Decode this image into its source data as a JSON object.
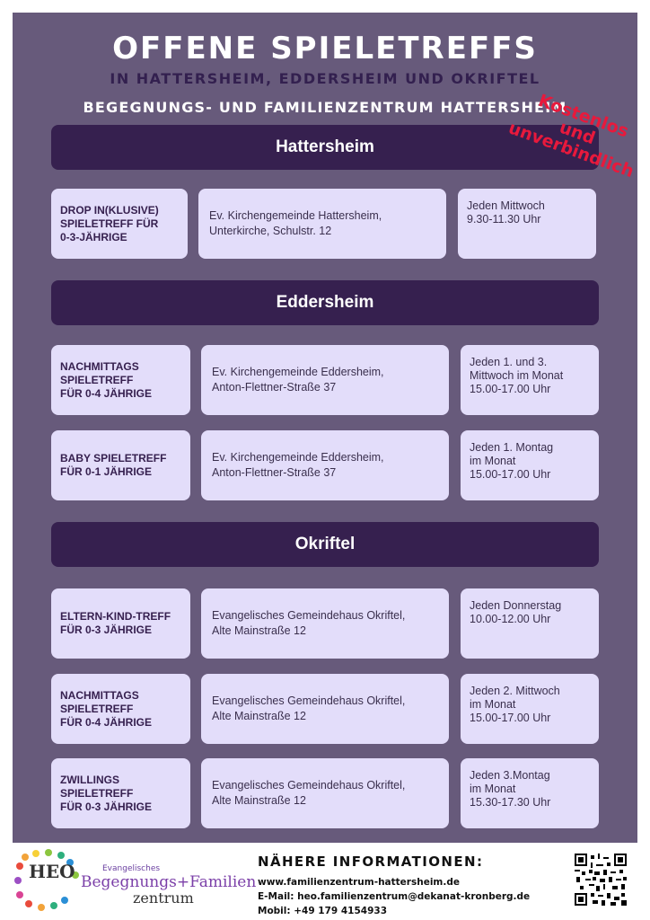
{
  "header": {
    "title": "OFFENE SPIELETREFFS",
    "subtitle": "IN HATTERSHEIM, EDDERSHEIM UND OKRIFTEL",
    "center": "BEGEGNUNGS- UND FAMILIENZENTRUM HATTERSHEIM"
  },
  "stamp": {
    "line1": "Kostenlos",
    "line2": "und",
    "line3": "unverbindlich",
    "color": "#e8193c"
  },
  "colors": {
    "background": "#675a7b",
    "bar": "#36204f",
    "card": "#e3ddfa"
  },
  "sections": [
    {
      "name": "Hattersheim",
      "rows": [
        {
          "title": "DROP IN(KLUSIVE)\nSPIELETREFF FÜR\n0-3-JÄHRIGE",
          "place": "Ev. Kirchengemeinde Hattersheim,\nUnterkirche, Schulstr. 12",
          "time": "Jeden Mittwoch\n9.30-11.30 Uhr"
        }
      ]
    },
    {
      "name": "Eddersheim",
      "rows": [
        {
          "title": "NACHMITTAGS\nSPIELETREFF\nFÜR 0-4 JÄHRIGE",
          "place": "Ev. Kirchengemeinde Eddersheim,\nAnton-Flettner-Straße 37",
          "time": "Jeden 1. und 3.\nMittwoch im Monat\n15.00-17.00 Uhr"
        },
        {
          "title": "BABY SPIELETREFF\nFÜR 0-1 JÄHRIGE",
          "place": "Ev. Kirchengemeinde Eddersheim,\nAnton-Flettner-Straße 37",
          "time": "Jeden 1. Montag\nim Monat\n15.00-17.00 Uhr"
        }
      ]
    },
    {
      "name": "Okriftel",
      "rows": [
        {
          "title": "ELTERN-KIND-TREFF\nFÜR 0-3 JÄHRIGE",
          "place": "Evangelisches Gemeindehaus Okriftel,\nAlte Mainstraße 12",
          "time": "Jeden Donnerstag\n10.00-12.00 Uhr"
        },
        {
          "title": "NACHMITTAGS\nSPIELETREFF\nFÜR 0-4 JÄHRIGE",
          "place": "Evangelisches Gemeindehaus Okriftel,\nAlte Mainstraße 12",
          "time": "Jeden 2. Mittwoch\nim Monat\n15.00-17.00 Uhr"
        },
        {
          "title": "ZWILLINGS\nSPIELETREFF\nFÜR 0-3 JÄHRIGE",
          "place": "Evangelisches Gemeindehaus Okriftel,\nAlte Mainstraße 12",
          "time": "Jeden 3.Montag\nim Monat\n15.30-17.30 Uhr"
        }
      ]
    }
  ],
  "footer": {
    "heading": "NÄHERE INFORMATIONEN:",
    "web": "www.familienzentrum-hattersheim.de",
    "email": "E-Mail: heo.familienzentrum@dekanat-kronberg.de",
    "phone": "Mobil: +49 179 4154933"
  },
  "logo": {
    "heo": "HEO",
    "small": "Evangelisches",
    "line1": "Begegnungs+Familien",
    "line2": "zentrum"
  }
}
